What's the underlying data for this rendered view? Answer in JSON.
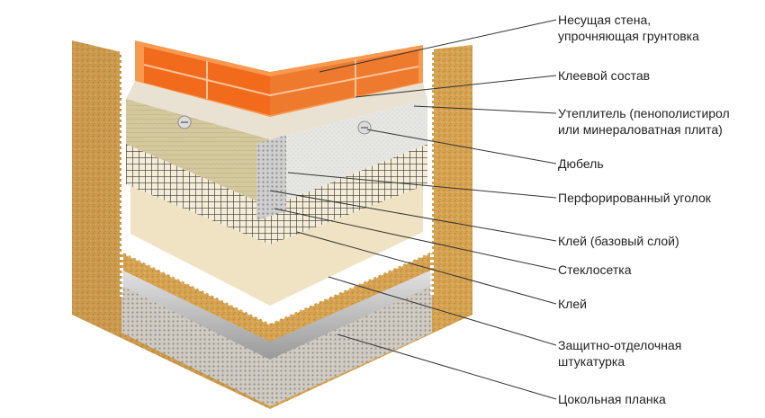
{
  "title": "",
  "labels": [
    {
      "id": "load-bearing-wall",
      "lines": [
        "Несущая стена,",
        "упрочняющая грунтовка"
      ]
    },
    {
      "id": "adhesive-composition",
      "lines": [
        "Клеевой состав"
      ]
    },
    {
      "id": "insulation",
      "lines": [
        "Утеплитель (пенополистирол",
        "или минераловатная плита)"
      ]
    },
    {
      "id": "dowel",
      "lines": [
        "Дюбель"
      ]
    },
    {
      "id": "perforated-corner",
      "lines": [
        "Перфорированный уголок"
      ]
    },
    {
      "id": "base-glue-layer",
      "lines": [
        "Клей (базовый слой)"
      ]
    },
    {
      "id": "fiberglass-mesh",
      "lines": [
        "Стеклосетка"
      ]
    },
    {
      "id": "glue",
      "lines": [
        "Клей"
      ]
    },
    {
      "id": "protective-finish-plaster",
      "lines": [
        "Защитно-отделочная",
        "штукатурка"
      ]
    },
    {
      "id": "plinth-strip",
      "lines": [
        "Цокольная планка"
      ]
    }
  ],
  "colors": {
    "brick": "#f26a1b",
    "brick_top": "#f79a52",
    "adhesive": "#e9e2d2",
    "insulation_mineral": "#d4c89e",
    "insulation_eps": "#e6e6e2",
    "base_glue": "#efe3c4",
    "mesh": "#3a3a3a",
    "plaster": "#d6a352",
    "metal_strip": "#c9c9c9",
    "leader_line": "#333333"
  }
}
